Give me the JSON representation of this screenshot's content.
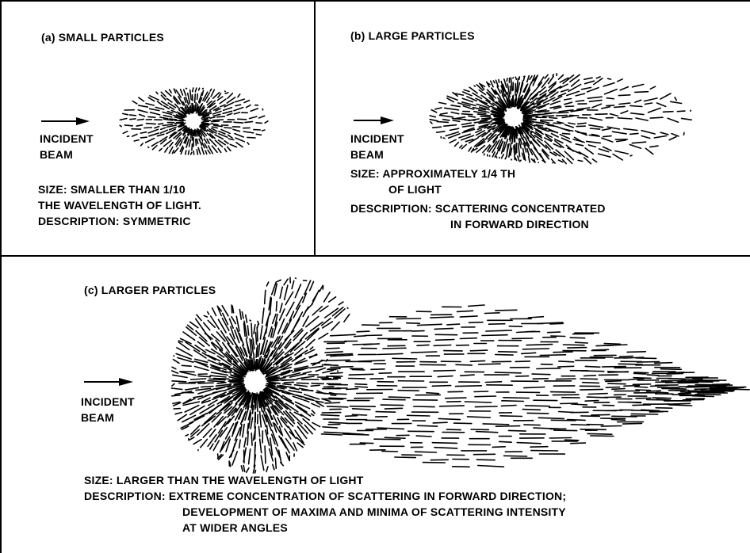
{
  "panel_a": {
    "title": "(a) SMALL PARTICLES",
    "beam_line1": "INCIDENT",
    "beam_line2": "BEAM",
    "size_line1": "SIZE: SMALLER THAN 1/10",
    "size_line2": "THE WAVELENGTH OF LIGHT.",
    "description": "DESCRIPTION: SYMMETRIC"
  },
  "panel_b": {
    "title": "(b) LARGE PARTICLES",
    "beam_line1": "INCIDENT",
    "beam_line2": "BEAM",
    "size_line1": "SIZE: APPROXIMATELY 1/4 TH",
    "size_line2": "OF LIGHT",
    "description_line1": "DESCRIPTION: SCATTERING CONCENTRATED",
    "description_line2": "IN FORWARD DIRECTION"
  },
  "panel_c": {
    "title": "(c) LARGER PARTICLES",
    "beam_line1": "INCIDENT",
    "beam_line2": "BEAM",
    "size_line1": "SIZE: LARGER THAN THE WAVELENGTH OF LIGHT",
    "description_line1": "DESCRIPTION: EXTREME CONCENTRATION OF SCATTERING IN FORWARD DIRECTION;",
    "description_line2": "DEVELOPMENT OF MAXIMA AND MINIMA OF SCATTERING INTENSITY",
    "description_line3": "AT WIDER ANGLES"
  }
}
